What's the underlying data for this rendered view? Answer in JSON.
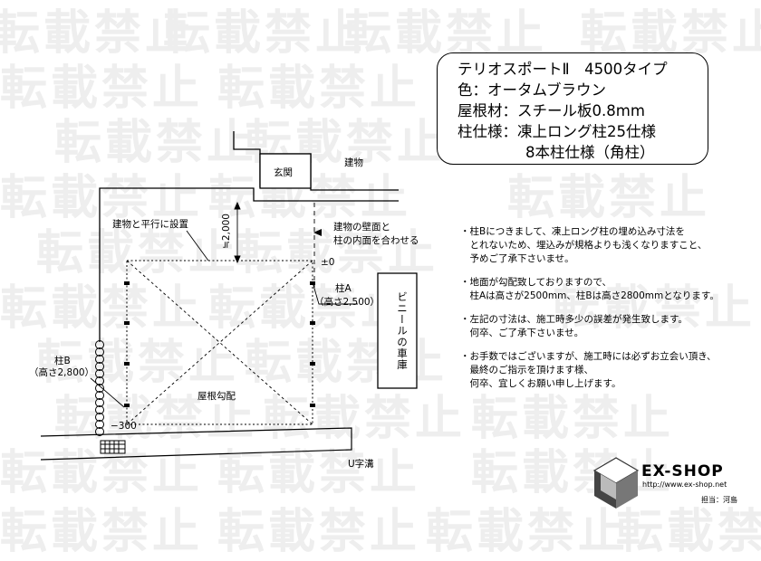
{
  "watermark_text": "転載禁止",
  "spec_box": {
    "line1": "テリオスポートⅡ　4500タイプ",
    "line2": "色：オータムブラウン",
    "line3": "屋根材：スチール板0.8mm",
    "line4": "柱仕様：凍上ロング柱25仕様",
    "line5": "8本柱仕様（角柱）"
  },
  "labels": {
    "building": "建物",
    "entrance": "玄関",
    "parallel": "建物と平行に設置",
    "dim_2000": "≒2,000",
    "wall_align_1": "建物の壁面と",
    "wall_align_2": "柱の内面を合わせる",
    "pm_zero": "±0",
    "post_a": "柱A",
    "post_a_height": "（高さ2,500）",
    "post_b": "柱B",
    "post_b_height": "（高さ2,800）",
    "roof_slope": "屋根勾配",
    "minus_300": "−300",
    "u_ditch": "U字溝",
    "vinyl_garage": "ビニールの車庫"
  },
  "notes": [
    {
      "lines": [
        "・柱Bにつきまして、凍上ロング柱の埋め込み寸法を",
        "　とれないため、埋込みが規格よりも浅くなりますこと、",
        "　予めご了承下さいませ。"
      ]
    },
    {
      "lines": [
        "・地面が勾配致しておりますので、",
        "　柱Aは高さが2500mm、柱Bは高さ2800mmとなります。"
      ]
    },
    {
      "lines": [
        "・左記の寸法は、施工時多少の誤差が発生致します。",
        "　何卒、ご了承下さいませ。"
      ]
    },
    {
      "lines": [
        "・お手数ではございますが、施工時には必ずお立会い頂き、",
        "　最終のご指示を頂けます様、",
        "　何卒、宜しくお願い申し上げます。"
      ]
    }
  ],
  "logo": {
    "brand": "EX-SHOP",
    "url": "http://www.ex-shop.net",
    "staff": "担当：河島"
  }
}
